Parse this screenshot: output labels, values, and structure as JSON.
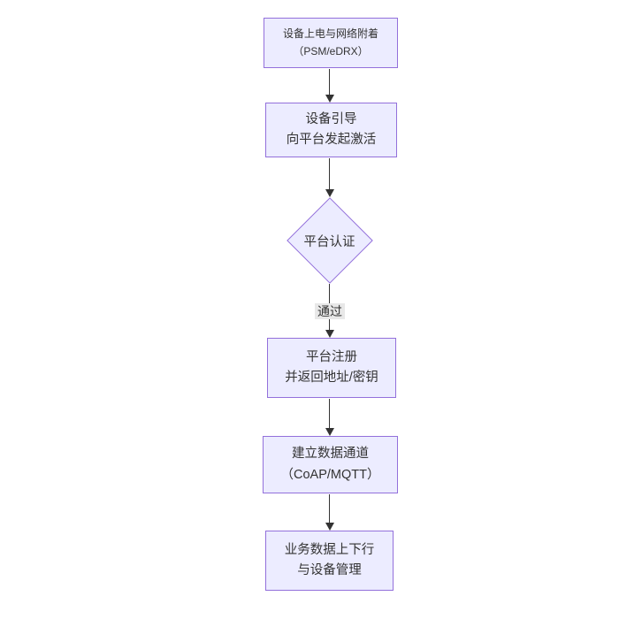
{
  "diagram": {
    "type": "flowchart",
    "direction": "top-down",
    "colors": {
      "node_fill": "#ECECFF",
      "node_border": "#9370DB",
      "arrow_color": "#333333",
      "text_color": "#333333",
      "edge_label_bg": "#e8e8e8",
      "page_bg": "#ffffff"
    },
    "nodes": [
      {
        "id": "A",
        "shape": "rect",
        "lines": [
          "设备上电与网络附着",
          "（PSM/eDRX）"
        ]
      },
      {
        "id": "B",
        "shape": "rect",
        "lines": [
          "设备引导",
          "向平台发起激活"
        ]
      },
      {
        "id": "C",
        "shape": "diamond",
        "lines": [
          "平台认证"
        ]
      },
      {
        "id": "D",
        "shape": "rect",
        "lines": [
          "平台注册",
          "并返回地址/密钥"
        ]
      },
      {
        "id": "E",
        "shape": "rect",
        "lines": [
          "建立数据通道",
          "（CoAP/MQTT）"
        ]
      },
      {
        "id": "F",
        "shape": "rect",
        "lines": [
          "业务数据上下行",
          "与设备管理"
        ]
      }
    ],
    "edges": [
      {
        "from": "A",
        "to": "B",
        "label": ""
      },
      {
        "from": "B",
        "to": "C",
        "label": ""
      },
      {
        "from": "C",
        "to": "D",
        "label": "通过"
      },
      {
        "from": "D",
        "to": "E",
        "label": ""
      },
      {
        "from": "E",
        "to": "F",
        "label": ""
      }
    ]
  }
}
